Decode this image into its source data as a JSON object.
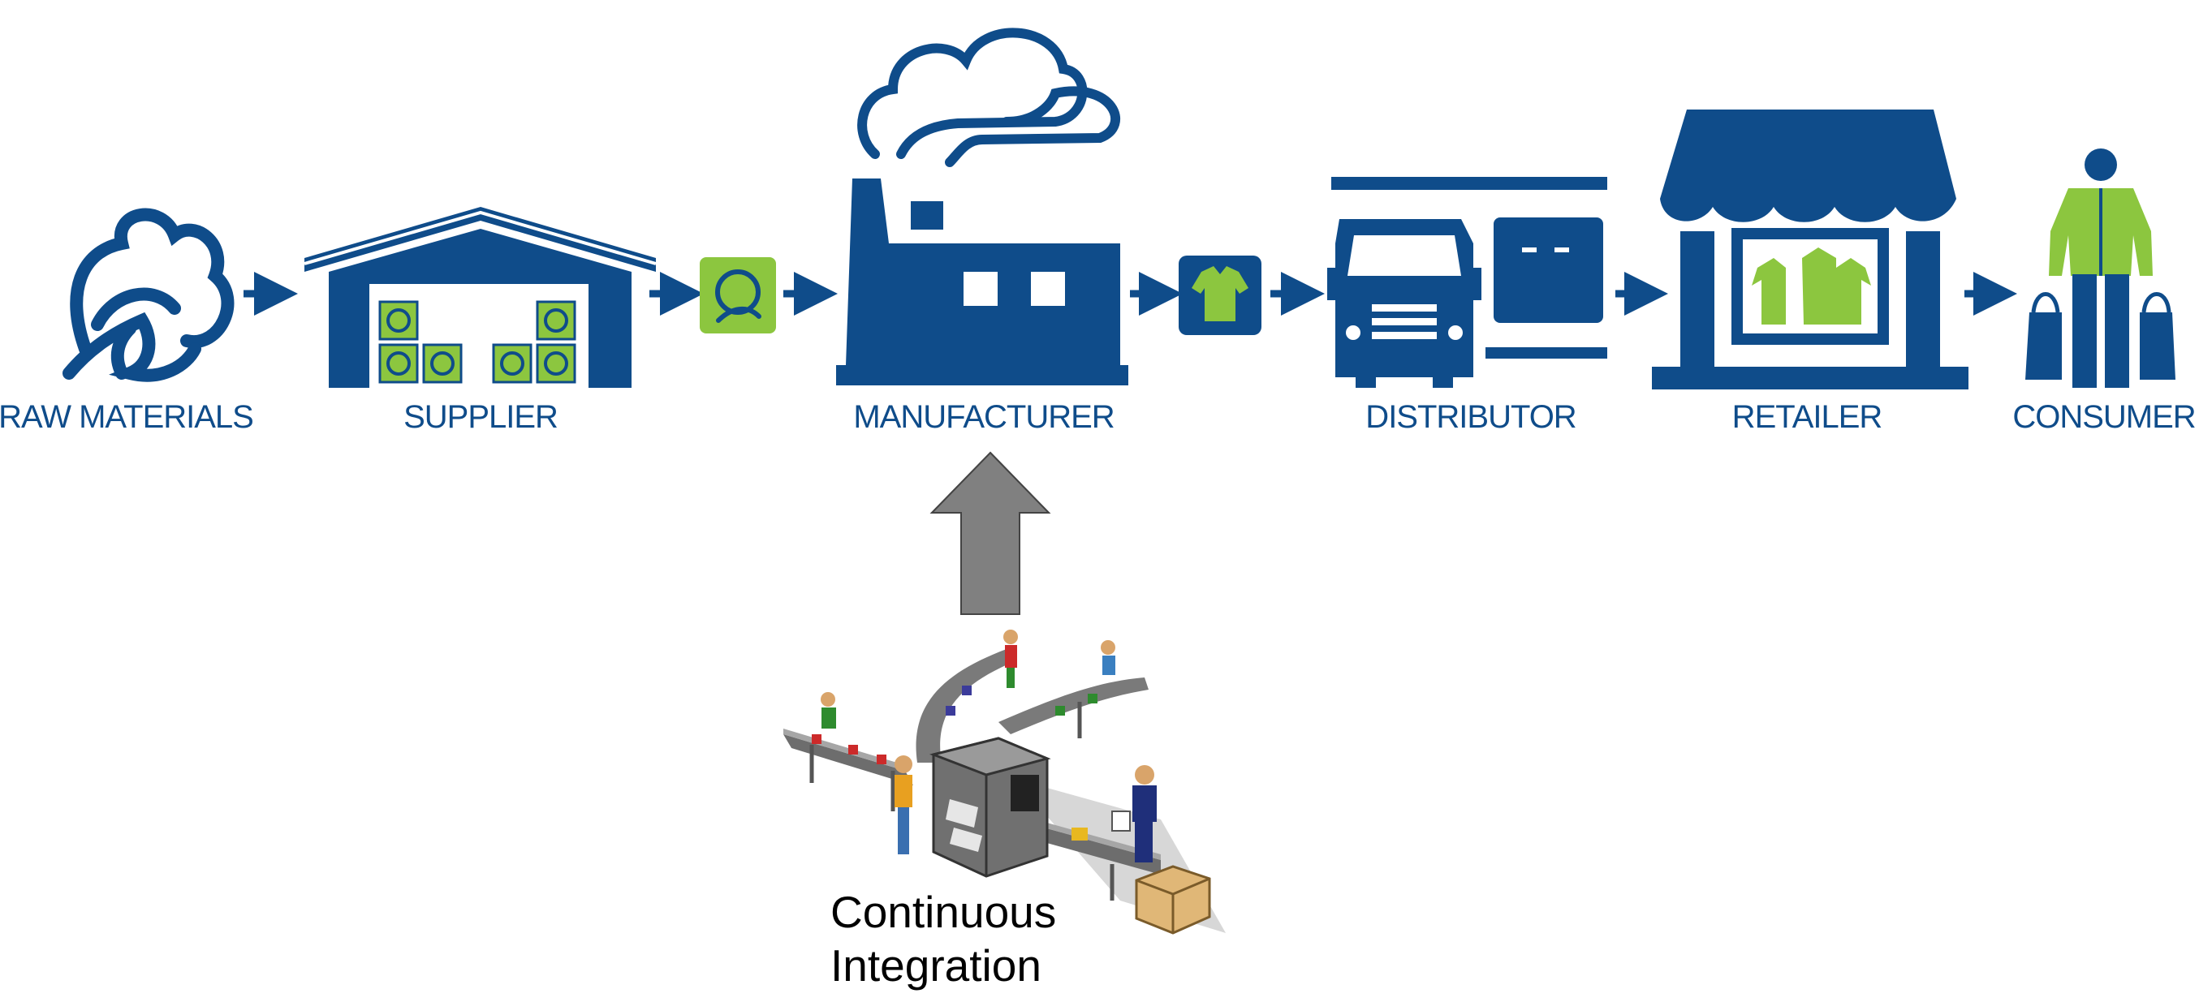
{
  "stages": [
    {
      "id": "raw-materials",
      "label": "RAW MATERIALS",
      "icon": "cotton-icon"
    },
    {
      "id": "supplier",
      "label": "SUPPLIER",
      "icon": "warehouse-icon"
    },
    {
      "id": "manufacturer",
      "label": "MANUFACTURER",
      "icon": "factory-icon"
    },
    {
      "id": "distributor",
      "label": "DISTRIBUTOR",
      "icon": "truck-icon"
    },
    {
      "id": "retailer",
      "label": "RETAILER",
      "icon": "store-icon"
    },
    {
      "id": "consumer",
      "label": "CONSUMER",
      "icon": "person-with-bags-icon"
    }
  ],
  "flow_items": [
    "cotton-box-icon",
    "shirt-box-icon"
  ],
  "continuous_integration": {
    "line1": "Continuous",
    "line2": "Integration",
    "icon": "assembly-line-icon",
    "arrow": "up-arrow-icon"
  },
  "colors": {
    "primary": "#0f4c8a",
    "accent": "#8cc63f",
    "arrow_gray": "#808080"
  }
}
